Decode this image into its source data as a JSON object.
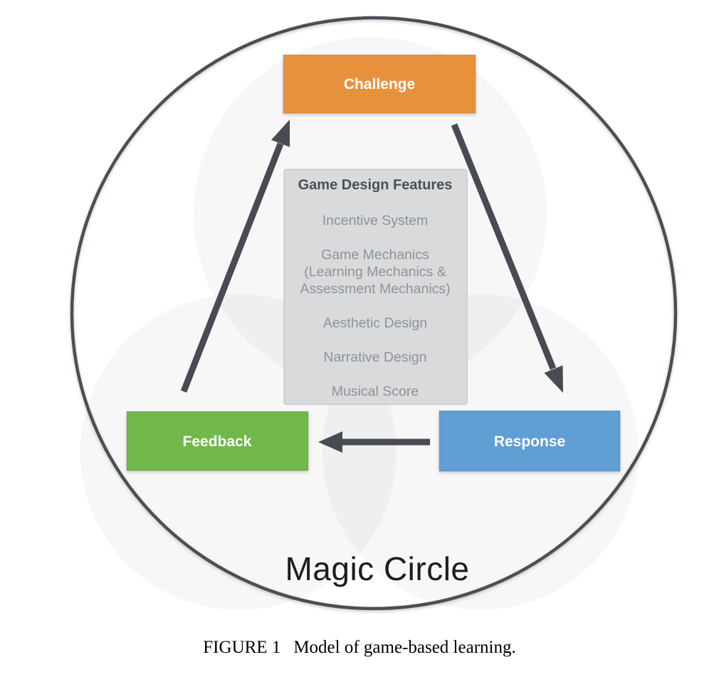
{
  "diagram": {
    "outer_circle": {
      "label": "Magic Circle",
      "stroke_color": "#4a4f55"
    },
    "nodes": {
      "challenge": {
        "label": "Challenge",
        "color": "#e8913c"
      },
      "response": {
        "label": "Response",
        "color": "#5f9fd4"
      },
      "feedback": {
        "label": "Feedback",
        "color": "#6fb848"
      }
    },
    "panel": {
      "title": "Game Design Features",
      "bg": "#d8dadc",
      "lines": [
        "Incentive System",
        "Game Mechanics",
        "(Learning Mechanics &",
        "Assessment Mechanics)",
        "Aesthetic Design",
        "Narrative Design",
        "Musical Score"
      ]
    },
    "arrow_color": "#474c52"
  },
  "caption": {
    "figure_label": "FIGURE 1",
    "text": "Model of game-based learning."
  }
}
